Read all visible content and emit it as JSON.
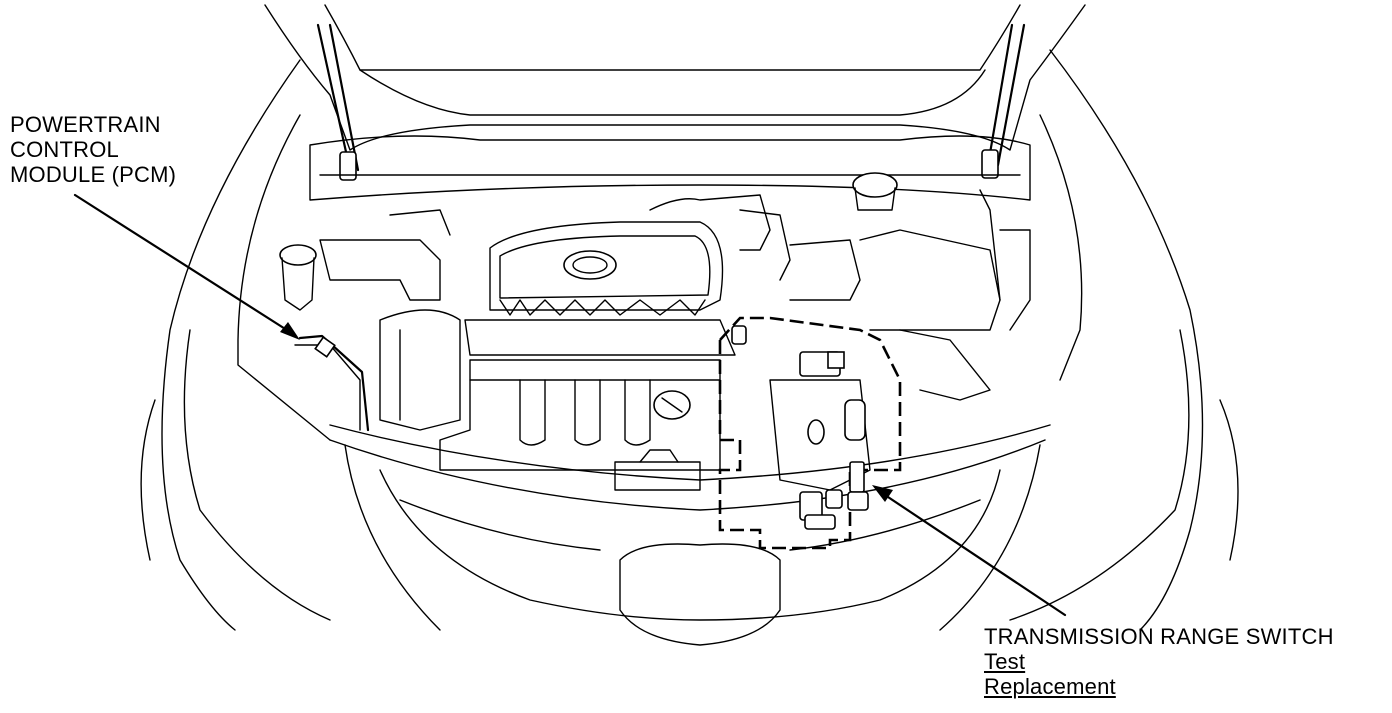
{
  "pcm_label": {
    "lines": [
      "POWERTRAIN",
      "CONTROL",
      "MODULE (PCM)"
    ]
  },
  "trs_label": {
    "title": "TRANSMISSION RANGE SWITCH",
    "links": [
      "Test",
      "Replacement"
    ]
  }
}
